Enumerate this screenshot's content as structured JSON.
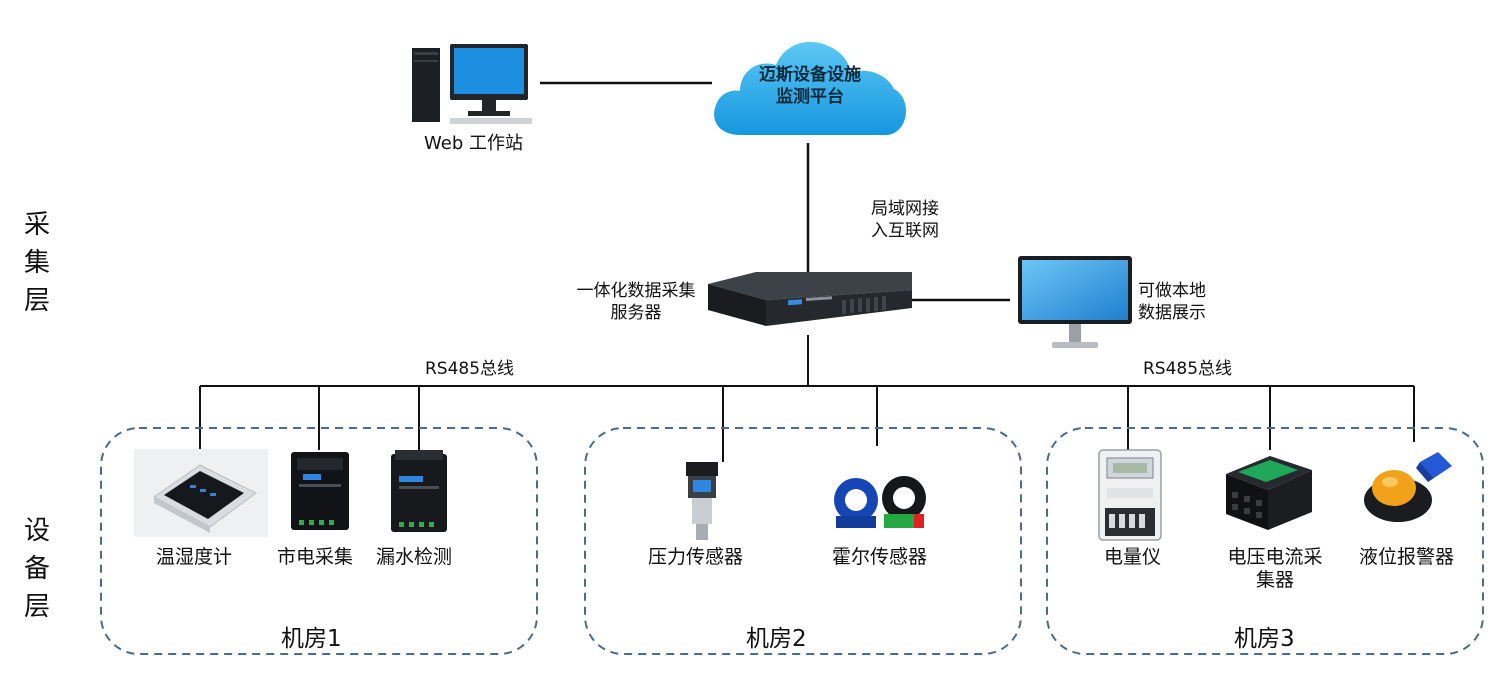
{
  "layers": {
    "collect": "采集层",
    "device": "设备层"
  },
  "workstation": {
    "label": "Web 工作站"
  },
  "cloud": {
    "line1": "迈斯设备设施",
    "line2": "监测平台"
  },
  "lan_note": {
    "line1": "局域网接",
    "line2": "入互联网"
  },
  "server": {
    "line1": "一体化数据采集",
    "line2": "服务器"
  },
  "display": {
    "line1": "可做本地",
    "line2": "数据展示"
  },
  "bus_left": "RS485总线",
  "bus_right": "RS485总线",
  "rooms": [
    {
      "name": "机房1",
      "devices": [
        "温湿度计",
        "市电采集",
        "漏水检测"
      ]
    },
    {
      "name": "机房2",
      "devices": [
        "压力传感器",
        "霍尔传感器"
      ]
    },
    {
      "name": "机房3",
      "devices": [
        "电量仪",
        "电压电流采集器",
        "液位报警器"
      ]
    }
  ],
  "colors": {
    "cloud_blue": "#1aa6e8",
    "room_border": "#1f4e79",
    "wire": "#111111",
    "monitor_blue": "#2a9de4"
  }
}
